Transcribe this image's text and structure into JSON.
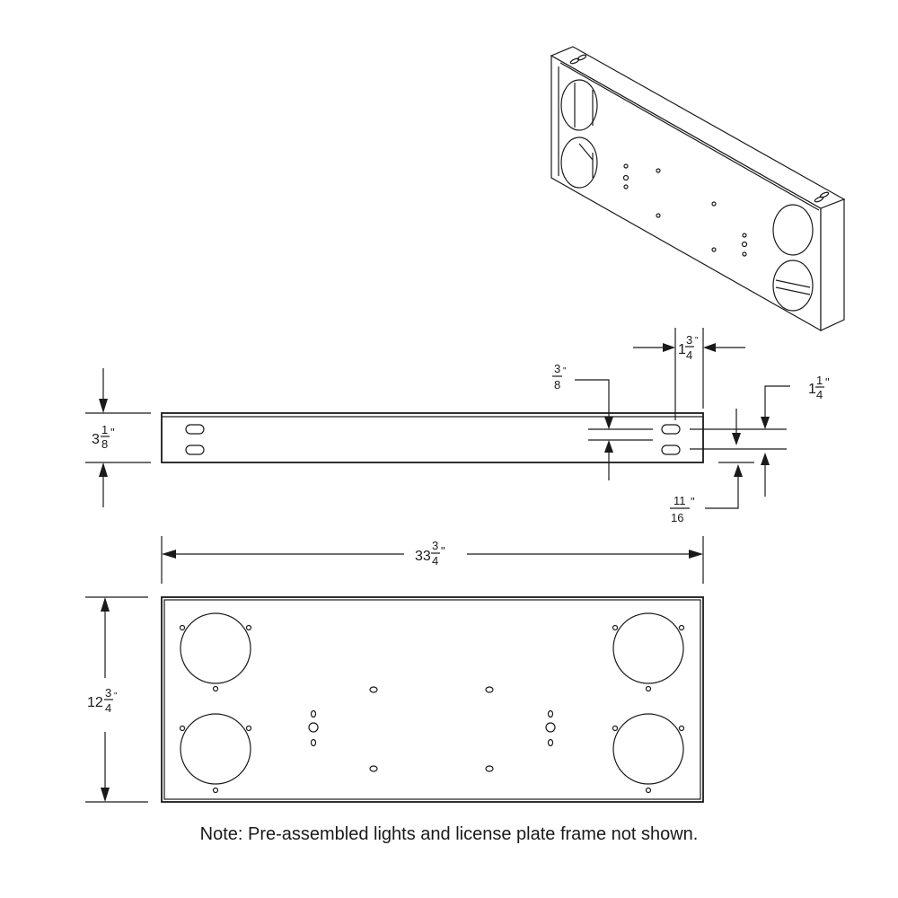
{
  "dimensions": {
    "side_height": {
      "whole": "3",
      "num": "1",
      "den": "8",
      "unit": "\""
    },
    "slot_spacing": {
      "num": "3",
      "den": "8",
      "unit": "\""
    },
    "end_offset": {
      "whole": "1",
      "num": "3",
      "den": "4",
      "unit": "\""
    },
    "top_offset": {
      "whole": "1",
      "num": "1",
      "den": "4",
      "unit": "\""
    },
    "bottom_offset": {
      "num": "11",
      "den": "16",
      "unit": "\""
    },
    "overall_length": {
      "whole": "33",
      "num": "3",
      "den": "4",
      "unit": "\""
    },
    "overall_width": {
      "whole": "12",
      "num": "3",
      "den": "4",
      "unit": "\""
    }
  },
  "note": "Note: Pre-assembled lights and license plate frame not shown."
}
